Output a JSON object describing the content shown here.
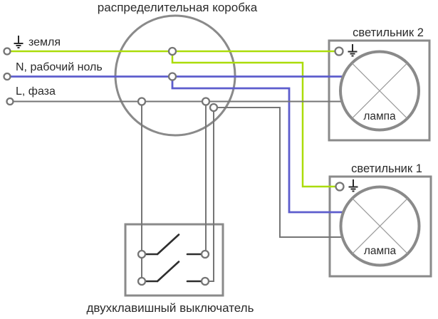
{
  "diagram": {
    "title": "распределительная коробка",
    "left_terminals": {
      "ground_label": "земля",
      "neutral_label": "N, рабочий ноль",
      "phase_label": "L, фаза"
    },
    "fixtures": [
      {
        "name": "светильник 2",
        "lamp_label": "лампа"
      },
      {
        "name": "светильник 1",
        "lamp_label": "лампа"
      }
    ],
    "switch_label": "двухклавишный выключатель",
    "icons": {
      "ground_symbol": "earth-ground-icon"
    },
    "colors": {
      "ground_wire": "#abdc0a",
      "neutral_wire": "#5d5dcd",
      "phase_wire": "#757575",
      "switch_contact": "#2e2e2e",
      "outline": "#8a8a8a",
      "lamp_cross": "#9a9a9a",
      "text": "#2a2a2a",
      "background": "#ffffff"
    }
  }
}
